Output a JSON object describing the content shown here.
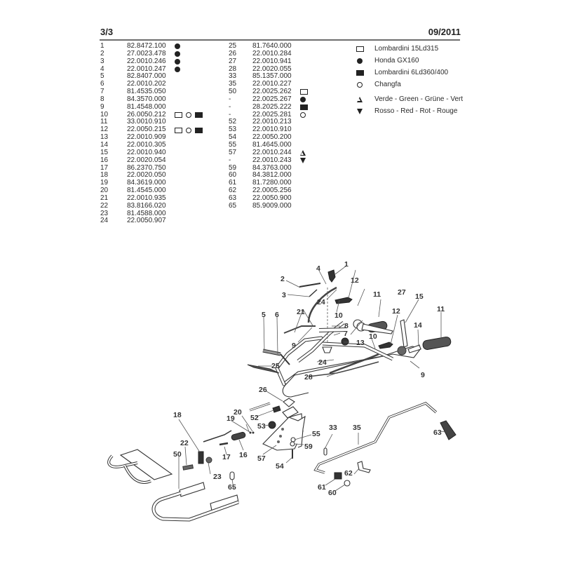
{
  "header": {
    "page": "3/3",
    "date": "09/2011"
  },
  "parts_col1": [
    {
      "ref": "1",
      "code": "82.8472.100",
      "symbols": [
        "honda"
      ]
    },
    {
      "ref": "2",
      "code": "27.0023.478",
      "symbols": [
        "honda"
      ]
    },
    {
      "ref": "3",
      "code": "22.0010.246",
      "symbols": [
        "honda"
      ]
    },
    {
      "ref": "4",
      "code": "22.0010.247",
      "symbols": [
        "honda"
      ]
    },
    {
      "ref": "5",
      "code": "82.8407.000",
      "symbols": []
    },
    {
      "ref": "6",
      "code": "22.0010.202",
      "symbols": []
    },
    {
      "ref": "7",
      "code": "81.4535.050",
      "symbols": []
    },
    {
      "ref": "8",
      "code": "84.3570.000",
      "symbols": []
    },
    {
      "ref": "9",
      "code": "81.4548.000",
      "symbols": []
    },
    {
      "ref": "10",
      "code": "26.0050.212",
      "symbols": [
        "lomb15",
        "changfa",
        "lomb6"
      ]
    },
    {
      "ref": "11",
      "code": "33.0010.910",
      "symbols": []
    },
    {
      "ref": "12",
      "code": "22.0050.215",
      "symbols": [
        "lomb15",
        "changfa",
        "lomb6"
      ]
    },
    {
      "ref": "13",
      "code": "22.0010.909",
      "symbols": []
    },
    {
      "ref": "14",
      "code": "22.0010.305",
      "symbols": []
    },
    {
      "ref": "15",
      "code": "22.0010.940",
      "symbols": []
    },
    {
      "ref": "16",
      "code": "22.0020.054",
      "symbols": []
    },
    {
      "ref": "17",
      "code": "86.2370.750",
      "symbols": []
    },
    {
      "ref": "18",
      "code": "22.0020.050",
      "symbols": []
    },
    {
      "ref": "19",
      "code": "84.3619.000",
      "symbols": []
    },
    {
      "ref": "20",
      "code": "81.4545.000",
      "symbols": []
    },
    {
      "ref": "21",
      "code": "22.0010.935",
      "symbols": []
    },
    {
      "ref": "22",
      "code": "83.8166.020",
      "symbols": []
    },
    {
      "ref": "23",
      "code": "81.4588.000",
      "symbols": []
    },
    {
      "ref": "24",
      "code": "22.0050.907",
      "symbols": []
    }
  ],
  "parts_col2": [
    {
      "ref": "25",
      "code": "81.7640.000",
      "symbols": []
    },
    {
      "ref": "26",
      "code": "22.0010.284",
      "symbols": []
    },
    {
      "ref": "27",
      "code": "22.0010.941",
      "symbols": []
    },
    {
      "ref": "28",
      "code": "22.0020.055",
      "symbols": []
    },
    {
      "ref": "33",
      "code": "85.1357.000",
      "symbols": []
    },
    {
      "ref": "35",
      "code": "22.0010.227",
      "symbols": []
    },
    {
      "ref": "50",
      "code": "22.0025.262",
      "symbols": [
        "lomb15"
      ]
    },
    {
      "ref": "-",
      "code": "22.0025.267",
      "symbols": [
        "honda"
      ]
    },
    {
      "ref": "-",
      "code": "28.2025.222",
      "symbols": [
        "lomb6"
      ]
    },
    {
      "ref": "-",
      "code": "22.0025.281",
      "symbols": [
        "changfa"
      ]
    },
    {
      "ref": "52",
      "code": "22.0010.213",
      "symbols": []
    },
    {
      "ref": "53",
      "code": "22.0010.910",
      "symbols": []
    },
    {
      "ref": "54",
      "code": "22.0050.200",
      "symbols": []
    },
    {
      "ref": "55",
      "code": "81.4645.000",
      "symbols": []
    },
    {
      "ref": "57",
      "code": "22.0010.244",
      "symbols": [
        "green"
      ]
    },
    {
      "ref": "-",
      "code": "22.0010.243",
      "symbols": [
        "red"
      ]
    },
    {
      "ref": "59",
      "code": "84.3763.000",
      "symbols": []
    },
    {
      "ref": "60",
      "code": "84.3812.000",
      "symbols": []
    },
    {
      "ref": "61",
      "code": "81.7280.000",
      "symbols": []
    },
    {
      "ref": "62",
      "code": "22.0005.256",
      "symbols": []
    },
    {
      "ref": "63",
      "code": "22.0050.900",
      "symbols": []
    },
    {
      "ref": "65",
      "code": "85.9009.000",
      "symbols": []
    }
  ],
  "legend": [
    {
      "key": "lomb15",
      "icon": "open-square-icon",
      "label": "Lombardini 15Ld315"
    },
    {
      "key": "honda",
      "icon": "filled-circle-icon",
      "label": "Honda GX160"
    },
    {
      "key": "lomb6",
      "icon": "filled-square-icon",
      "label": "Lombardini 6Ld360/400"
    },
    {
      "key": "changfa",
      "icon": "open-circle-icon",
      "label": "Changfa"
    },
    {
      "key": "green",
      "icon": "open-triangle-up-icon",
      "label": "Verde - Green - Grüne - Vert"
    },
    {
      "key": "red",
      "icon": "filled-triangle-down-icon",
      "label": "Rosso - Red - Rot - Rouge"
    }
  ],
  "diagram_labels": {
    "l1": "1",
    "l2": "2",
    "l3": "3",
    "l4": "4",
    "l5": "5",
    "l6": "6",
    "l7": "7",
    "l8": "8",
    "l9a": "9",
    "l9b": "9",
    "l10a": "10",
    "l10b": "10",
    "l11a": "11",
    "l11b": "11",
    "l12a": "12",
    "l12b": "12",
    "l13": "13",
    "l14": "14",
    "l15": "15",
    "l16": "16",
    "l17": "17",
    "l18": "18",
    "l19": "19",
    "l20": "20",
    "l21": "21",
    "l22": "22",
    "l23": "23",
    "l24a": "24",
    "l24b": "24",
    "l25": "25",
    "l26": "26",
    "l27": "27",
    "l28": "28",
    "l33": "33",
    "l35": "35",
    "l50": "50",
    "l52": "52",
    "l53": "53",
    "l54": "54",
    "l55": "55",
    "l57": "57",
    "l59": "59",
    "l60": "60",
    "l61": "61",
    "l62": "62",
    "l63": "63",
    "l65": "65"
  }
}
